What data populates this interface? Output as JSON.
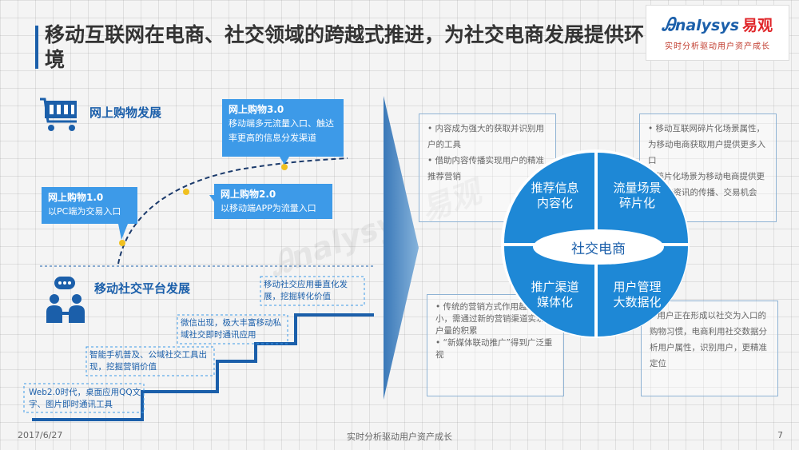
{
  "title": "移动互联网在电商、社交领域的跨越式推进，为社交电商发展提供环境",
  "logo": {
    "brand": "nalysys",
    "brand_cn": "易观",
    "tagline": "实时分析驱动用户资产成长"
  },
  "shopping": {
    "heading": "网上购物发展",
    "callouts": [
      {
        "title": "网上购物1.0",
        "text": "以PC端为交易入口"
      },
      {
        "title": "网上购物2.0",
        "text": "以移动端APP为流量入口"
      },
      {
        "title": "网上购物3.0",
        "text": "移动端多元流量入口、触达率更高的信息分发渠道"
      }
    ]
  },
  "social": {
    "heading": "移动社交平台发展",
    "steps": [
      "Web2.0时代，桌面应用QQ文字、图片即时通讯工具",
      "智能手机普及、公域社交工具出现，挖掘营销价值",
      "微信出现，极大丰富移动私域社交即时通讯应用",
      "移动社交应用垂直化发展，挖掘转化价值"
    ]
  },
  "circle": {
    "center": "社交电商",
    "quadrants": [
      "推荐信息\n内容化",
      "流量场景\n碎片化",
      "推广渠道\n媒体化",
      "用户管理\n大数据化"
    ]
  },
  "boxes": {
    "top_left": [
      "内容成为强大的获取并识别用户的工具",
      "借助内容传播实现用户的精准推荐营销"
    ],
    "top_right": [
      "移动互联网碎片化场景属性，为移动电商获取用户提供更多入口",
      "碎片化场景为移动电商提供更多购物资讯的传播、交易机会"
    ],
    "bottom_left": [
      "传统的营销方式作用越来越小，需通过新的营销渠道实现用户量的积累",
      "“新媒体联动推广”得到广泛重视"
    ],
    "bottom_right": [
      "用户正在形成以社交为入口的购物习惯，电商利用社交数据分析用户属性，识别用户，更精准定位"
    ]
  },
  "footer": {
    "date": "2017/6/27",
    "center": "实时分析驱动用户资产成长",
    "page": "7"
  },
  "colors": {
    "primary": "#1b5faa",
    "accent": "#3d9ae8",
    "circle": "#1e88d6"
  }
}
